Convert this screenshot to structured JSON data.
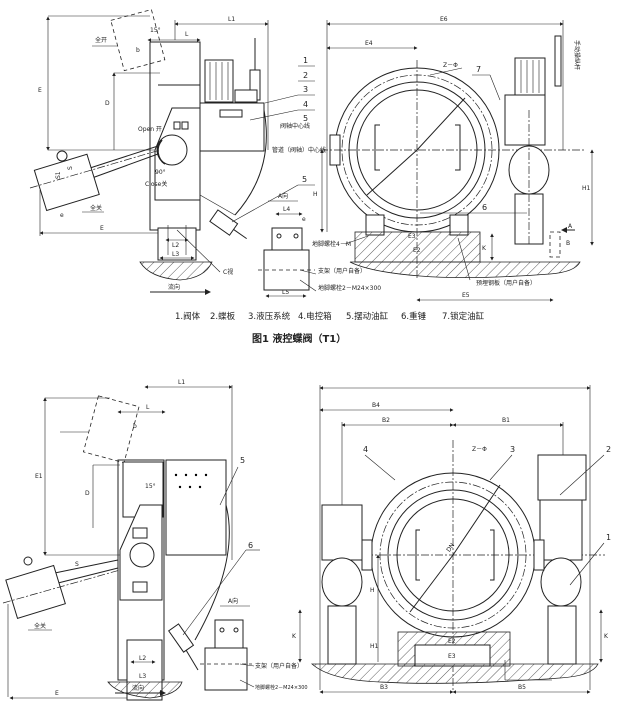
{
  "figure1": {
    "caption": "图1 液控蝶阀（T1）",
    "legend": [
      "1.阀体",
      "2.蝶板",
      "3.液压系统",
      "4.电控箱",
      "5.摆动油缸",
      "6.重锤",
      "7.锁定油缸"
    ],
    "side_view": {
      "dims": {
        "L1": "L1",
        "L": "L",
        "b": "b",
        "angle": "15°",
        "E": "E",
        "D": "D",
        "E_left": "E",
        "s1": "S1",
        "s": "S",
        "e": "e",
        "L2": "L2",
        "L3": "L3"
      },
      "labels": {
        "full_open": "全开",
        "full_close": "全关",
        "open": "Open 开",
        "close": "Close关",
        "angle90": "90°",
        "c_view": "C视",
        "flow": "流向"
      },
      "callouts": [
        "1",
        "2",
        "3",
        "4",
        "5"
      ],
      "axis_label": "阀轴中心线",
      "pipe_label": "管道（阀轴）中心线",
      "callout5b": "5"
    },
    "a_view": {
      "title": "A向",
      "dims": {
        "L4": "L4",
        "L5": "L5",
        "e": "e"
      },
      "support": "支架（用户自备）",
      "bolt": "地脚螺栓2－M24×300"
    },
    "front_view": {
      "dims": {
        "E6": "E6",
        "E4": "E4",
        "E3": "E3",
        "E5": "E5",
        "E2": "E2",
        "H": "H",
        "H1": "H1",
        "K": "K",
        "B": "B",
        "A": "A"
      },
      "zphi": "Z－Φ",
      "callout7": "7",
      "callout6": "6",
      "bolt": "地脚螺栓4－M",
      "anchor": "预埋钢板（用户自备）",
      "handle": "手动操纵杆"
    }
  },
  "figure2": {
    "side_view": {
      "dims": {
        "L1": "L1",
        "L": "L",
        "b": "b",
        "E1": "E1",
        "D": "D",
        "angle": "15°",
        "E": "E",
        "S": "S",
        "L2": "L2",
        "L3": "L3"
      },
      "labels": {
        "full_close": "全关",
        "flow": "流向"
      },
      "callouts": [
        "5",
        "6"
      ]
    },
    "a_view": {
      "title": "A向",
      "support": "支架（用户自备）",
      "bolt": "地脚螺栓2－M24×300"
    },
    "front_view": {
      "dims": {
        "B4": "B4",
        "B2": "B2",
        "B1": "B1",
        "DN": "DN",
        "H": "H",
        "H1": "H1",
        "K": "K",
        "B3": "B3",
        "B5": "B5",
        "E2": "E2",
        "E3": "E3"
      },
      "zphi": "Z－Φ",
      "callouts": [
        "4",
        "3",
        "2",
        "1"
      ]
    }
  }
}
